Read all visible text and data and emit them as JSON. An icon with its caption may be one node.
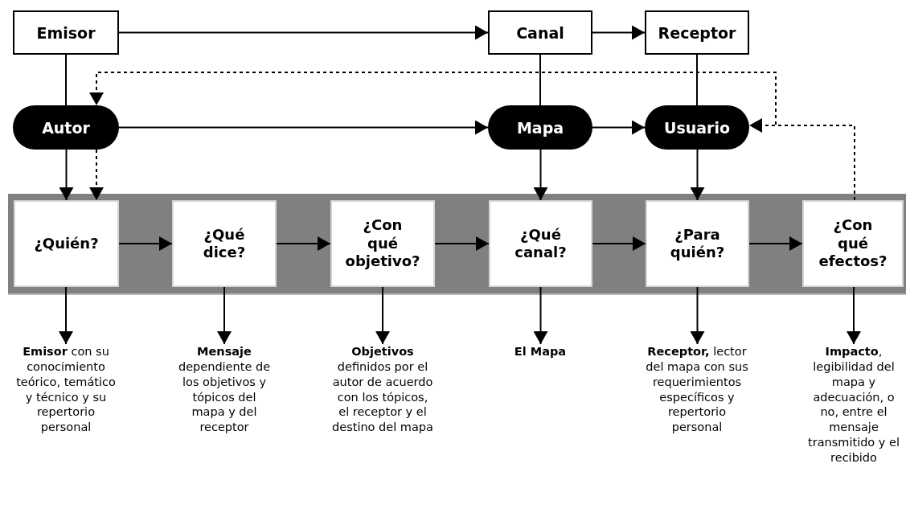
{
  "diagram": {
    "nodes": [
      {
        "text": [
          "Emisor"
        ]
      },
      {
        "text": [
          "Canal"
        ]
      },
      {
        "text": [
          "Receptor"
        ]
      },
      {
        "text": [
          "Autor"
        ]
      },
      {
        "text": [
          "Mapa"
        ]
      },
      {
        "text": [
          "Usuario"
        ]
      },
      {
        "text": [],
        "shape": "bar"
      },
      {
        "text": [
          "¿Quién?"
        ],
        "in": 6
      },
      {
        "text": [
          "¿Qué dice?"
        ],
        "in": 6
      },
      {
        "text": [
          "¿Con qué objetivo?"
        ],
        "in": 6
      },
      {
        "text": [
          "¿Qué canal?"
        ],
        "in": 6
      },
      {
        "text": [
          "¿Para quién?"
        ],
        "in": 6
      },
      {
        "text": [
          "¿Con qué efectos?"
        ],
        "in": 6
      },
      {
        "text": [
          "**Emisor** con su conocimiento teórico, temático y técnico y su repertorio personal"
        ]
      },
      {
        "text": [
          "**Mensaje** dependiente de los objetivos y tópicos del mapa y del receptor"
        ]
      },
      {
        "text": [
          "**Objetivos** definidos por el autor de acuerdo con los tópicos, el receptor y el destino del mapa"
        ]
      },
      {
        "text": [
          "**El Mapa**"
        ]
      },
      {
        "text": [
          "**Receptor,** lector del mapa con sus requerimientos específicos y repertorio personal"
        ]
      },
      {
        "text": [
          "**Impacto**, legibilidad del mapa y adecuación, o no, entre el mensaje transmitido y el recibido"
        ]
      }
    ],
    "edges": [
      {
        "from": 0,
        "to": 1,
        "arrow": "to"
      },
      {
        "from": 1,
        "to": 2,
        "arrow": "to"
      },
      {
        "from": 0,
        "to": 3,
        "arrow": "none"
      },
      {
        "from": 1,
        "to": 4,
        "arrow": "none"
      },
      {
        "from": 2,
        "to": 5,
        "arrow": "none"
      },
      {
        "from": 3,
        "to": 4,
        "arrow": "to"
      },
      {
        "from": 4,
        "to": 5,
        "arrow": "to"
      },
      {
        "from": 12,
        "to": 3,
        "arrow": "to",
        "style": "dashed"
      },
      {
        "from": 12,
        "to": 5,
        "arrow": "to",
        "style": "dashed"
      },
      {
        "from": 3,
        "to": 7,
        "arrow": "to"
      },
      {
        "from": 3,
        "to": 7,
        "arrow": "to",
        "style": "dashed"
      },
      {
        "from": 4,
        "to": 10,
        "arrow": "to"
      },
      {
        "from": 5,
        "to": 11,
        "arrow": "to"
      },
      {
        "from": 7,
        "to": 8,
        "arrow": "to"
      },
      {
        "from": 8,
        "to": 9,
        "arrow": "to"
      },
      {
        "from": 9,
        "to": 10,
        "arrow": "to"
      },
      {
        "from": 10,
        "to": 11,
        "arrow": "to"
      },
      {
        "from": 11,
        "to": 12,
        "arrow": "to"
      },
      {
        "from": 7,
        "to": 13,
        "arrow": "to"
      },
      {
        "from": 8,
        "to": 14,
        "arrow": "to"
      },
      {
        "from": 9,
        "to": 15,
        "arrow": "to"
      },
      {
        "from": 10,
        "to": 16,
        "arrow": "to"
      },
      {
        "from": 11,
        "to": 17,
        "arrow": "to"
      },
      {
        "from": 12,
        "to": 18,
        "arrow": "to"
      }
    ]
  }
}
